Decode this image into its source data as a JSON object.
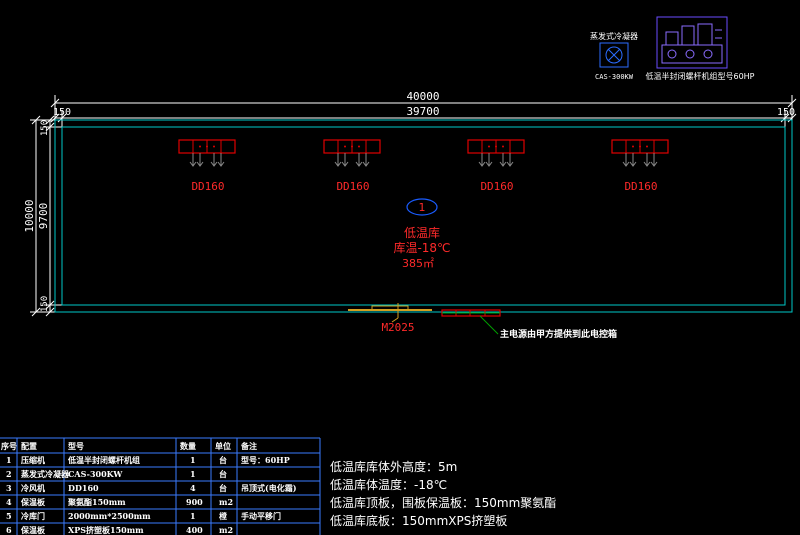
{
  "legend": {
    "evaporative_condenser": {
      "label": "蒸发式冷凝器",
      "model": "CAS-300KW"
    },
    "compressor_unit": {
      "label": "低温半封闭螺杆机组型号60HP"
    }
  },
  "dimensions": {
    "total_length": "40000",
    "wall_left": "150",
    "inner_length": "39700",
    "wall_right": "150",
    "wall_top": "150",
    "total_width": "10000",
    "inner_width": "9700",
    "wall_bottom": "150"
  },
  "coolers": [
    {
      "label": "DD160"
    },
    {
      "label": "DD160"
    },
    {
      "label": "DD160"
    },
    {
      "label": "DD160"
    }
  ],
  "room": {
    "number": "1",
    "name": "低温库",
    "temperature": "库温-18℃",
    "area": "385㎡"
  },
  "door": {
    "label": "M2025"
  },
  "power_note": "主电源由甲方提供到此电控箱",
  "table": {
    "headers": [
      "序号",
      "配置",
      "型号",
      "数量",
      "单位",
      "备注"
    ],
    "rows": [
      [
        "1",
        "压缩机",
        "低温半封闭螺杆机组",
        "1",
        "台",
        "型号：60HP"
      ],
      [
        "2",
        "蒸发式冷凝器",
        "CAS-300KW",
        "1",
        "台",
        ""
      ],
      [
        "3",
        "冷风机",
        "DD160",
        "4",
        "台",
        "吊顶式(电化霜)"
      ],
      [
        "4",
        "保温板",
        "聚氨酯150mm",
        "900",
        "m2",
        ""
      ],
      [
        "5",
        "冷库门",
        "2000mm*2500mm",
        "1",
        "樘",
        "手动平移门"
      ],
      [
        "6",
        "保温板",
        "XPS挤塑板150mm",
        "400",
        "m2",
        ""
      ]
    ]
  },
  "notes": [
    "低温库库体外高度：5m",
    "低温库体温度：-18℃",
    "低温库顶板，围板保温板：150mm聚氨酯",
    "低温库底板：150mmXPS挤塑板"
  ],
  "colors": {
    "background": "#000000",
    "wall": "#00c8c8",
    "dimension": "#ffffff",
    "equipment": "#e00000",
    "room_text": "#ff2a2a",
    "room_ellipse": "#1a5cff",
    "cable": "#00a000",
    "door": "#d4a020",
    "table_border": "#3a7bff"
  }
}
